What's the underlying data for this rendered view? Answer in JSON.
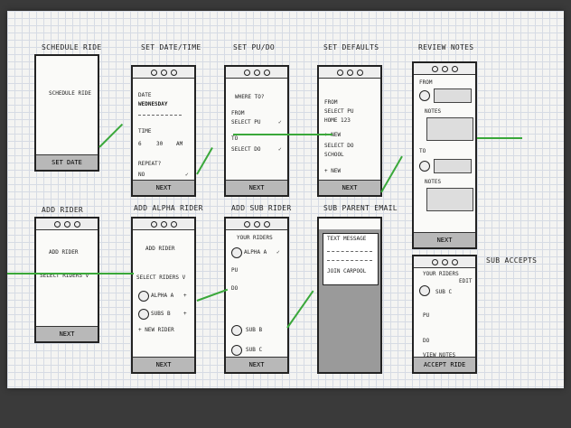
{
  "headings": {
    "schedule_ride": "SCHEDULE RIDE",
    "set_date_time": "SET DATE/TIME",
    "set_pu_do": "SET PU/DO",
    "set_defaults": "SET DEFAULTS",
    "review_notes": "REVIEW NOTES",
    "add_rider": "ADD RIDER",
    "add_alpha_rider": "ADD ALPHA RIDER",
    "add_sub_rider": "ADD SUB RIDER",
    "sub_parent_email": "SUB PARENT EMAIL",
    "sub_accepts": "SUB ACCEPTS"
  },
  "icons": {
    "chevron": "✓",
    "plus": "+",
    "check": "✓"
  },
  "frames": {
    "schedule_ride": {
      "title": "SCHEDULE RIDE",
      "button": "SET DATE"
    },
    "set_date_time": {
      "date_label": "DATE",
      "date_value": "WEDNESDAY",
      "time_label": "TIME",
      "hour": "6",
      "minute": "30",
      "ampm": "AM",
      "repeat_label": "REPEAT?",
      "repeat_value": "NO",
      "button": "NEXT"
    },
    "set_pu_do": {
      "where_to": "WHERE TO?",
      "from_label": "FROM",
      "select_pu": "SELECT PU",
      "to_label": "TO",
      "select_do": "SELECT DO",
      "button": "NEXT"
    },
    "set_defaults": {
      "from_label": "FROM",
      "select_pu": "SELECT PU",
      "home": "HOME 123",
      "new1": "+ NEW",
      "select_do": "SELECT DO",
      "school": "SCHOOL",
      "new2": "+ NEW",
      "button": "NEXT"
    },
    "review_notes": {
      "from_label": "FROM",
      "notes_label": "NOTES",
      "to_label": "TO",
      "button": "NEXT"
    },
    "add_rider": {
      "title": "ADD RIDER",
      "select_riders": "SELECT RIDERS V",
      "button": "NEXT"
    },
    "add_alpha_rider": {
      "title": "ADD RIDER",
      "select_riders": "SELECT RIDERS V",
      "rider1": "ALPHA A",
      "rider2": "SUBS B",
      "new_rider": "+ NEW RIDER",
      "button": "NEXT"
    },
    "add_sub_rider": {
      "your_riders": "YOUR RIDERS",
      "rider1": "ALPHA A",
      "pu": "PU",
      "do": "DO",
      "rider2": "SUB B",
      "rider3": "SUB C",
      "button": "NEXT"
    },
    "sub_parent_email": {
      "text_message": "TEXT MESSAGE",
      "join_carpool": "JOIN CARPOOL"
    },
    "sub_accepts": {
      "your_riders": "YOUR RIDERS",
      "edit": "EDIT",
      "rider": "SUB C",
      "pu": "PU",
      "do": "DO",
      "view_notes": "VIEW NOTES",
      "button": "ACCEPT RIDE"
    }
  }
}
